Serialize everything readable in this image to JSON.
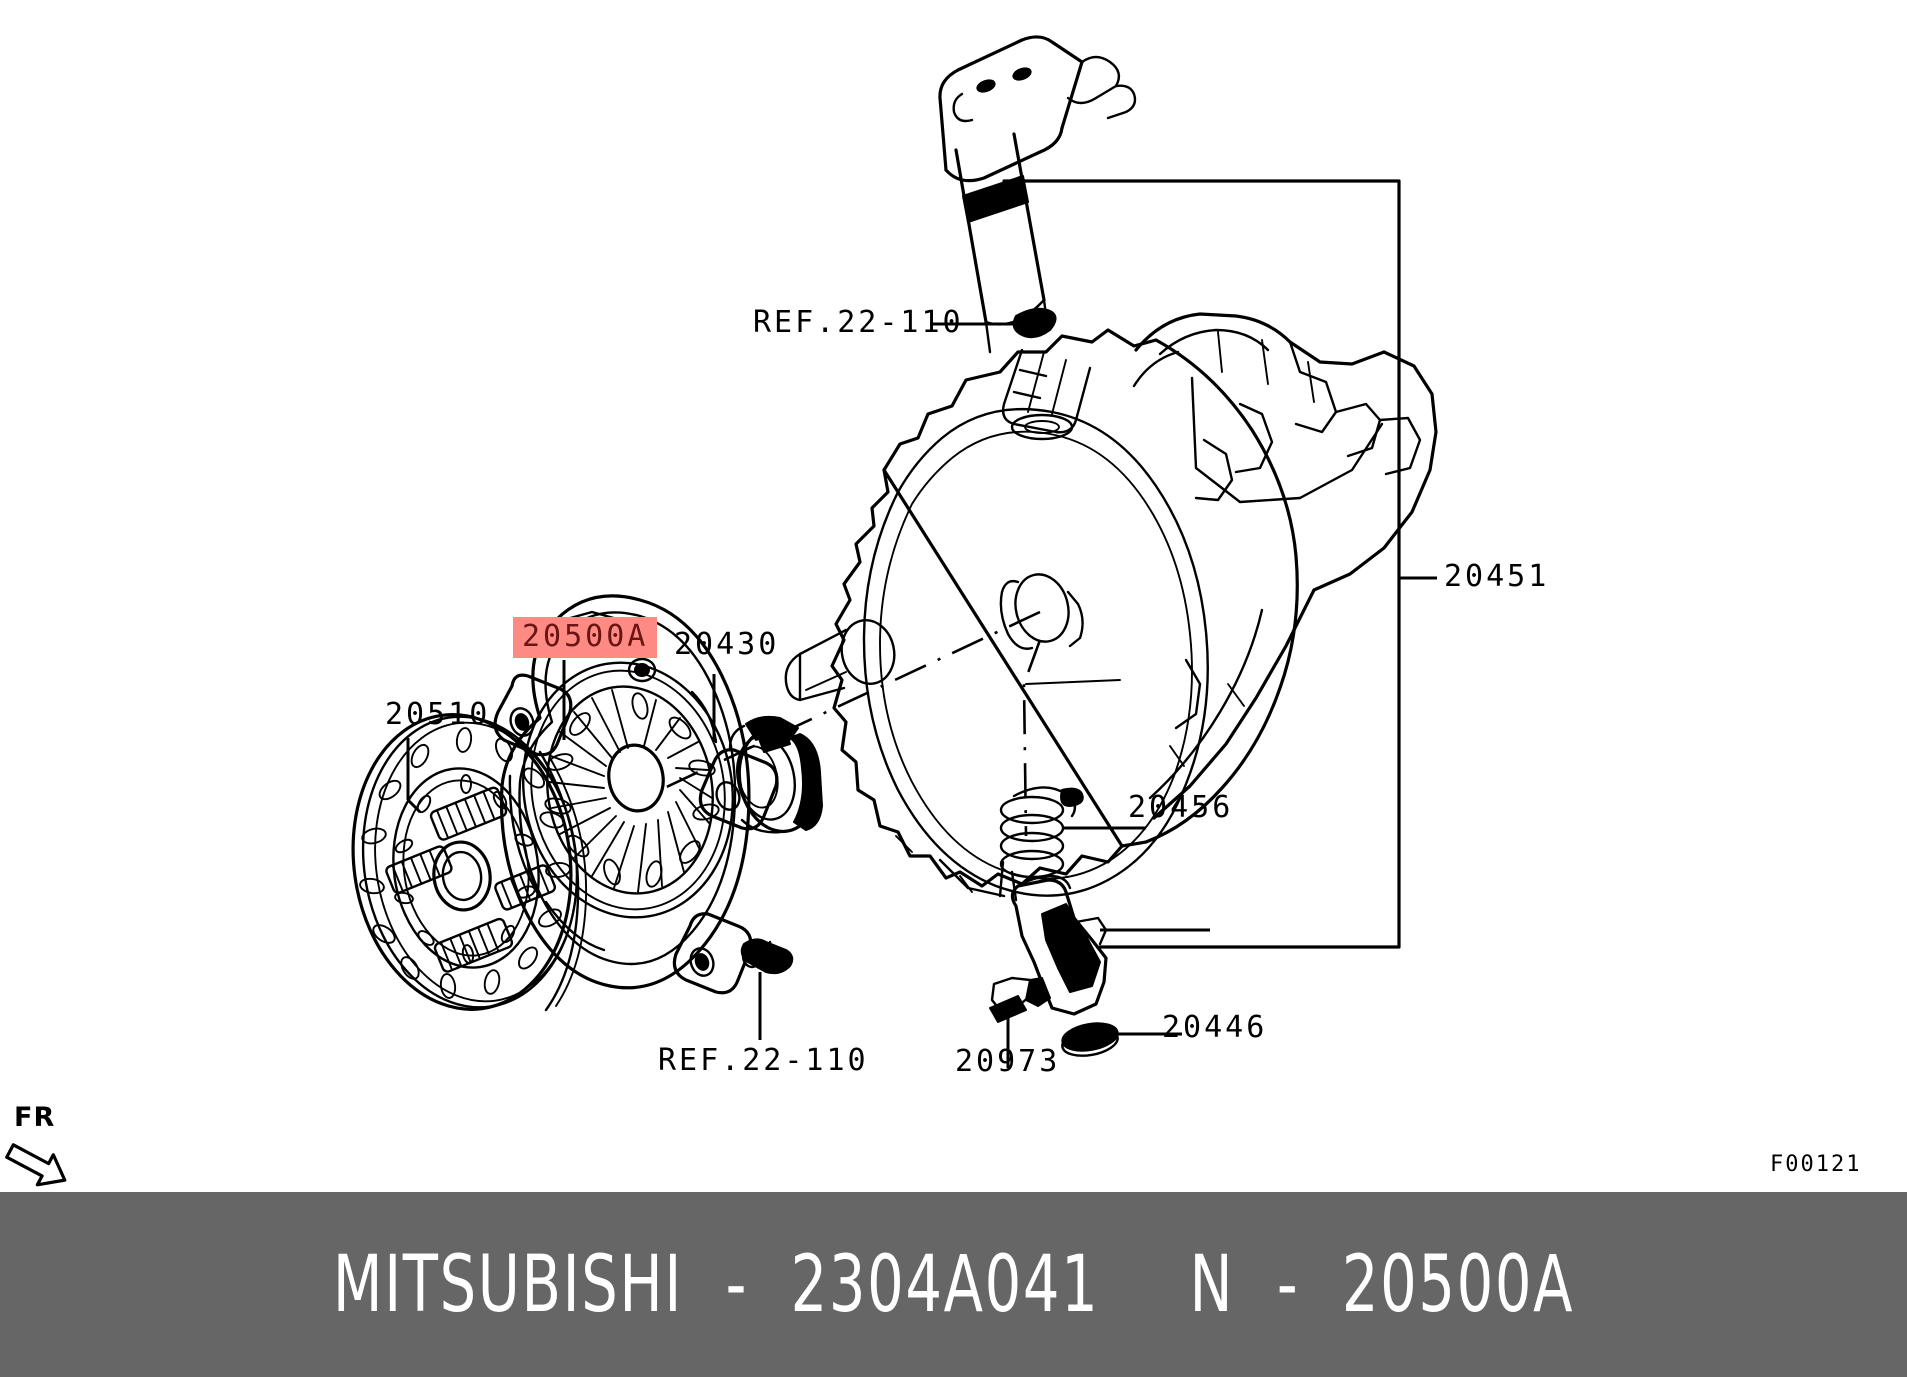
{
  "document": {
    "type": "parts-diagram",
    "figure_code": "F00121",
    "orientation_marker": "FR"
  },
  "footer": {
    "brand": "MITSUBISHI",
    "separator": "-",
    "catalog_number": "2304A041",
    "group_prefix": "N",
    "group_separator": "-",
    "group_number": "20500A",
    "background_color": "#666666",
    "text_color": "#ffffff"
  },
  "highlight": {
    "part_number": "20500A",
    "background_color": "#fd8a83",
    "text_color": "#6b1414"
  },
  "callouts": [
    {
      "id": "c-20500a",
      "label": "20500A",
      "highlighted": true,
      "part": "clutch-cover-pressure-plate"
    },
    {
      "id": "c-20510",
      "label": "20510",
      "highlighted": false,
      "part": "clutch-disc"
    },
    {
      "id": "c-20430",
      "label": "20430",
      "highlighted": false,
      "part": "clutch-release-bearing"
    },
    {
      "id": "c-20451",
      "label": "20451",
      "highlighted": false,
      "part": "transmission-assembly"
    },
    {
      "id": "c-20456",
      "label": "20456",
      "highlighted": false,
      "part": "return-spring"
    },
    {
      "id": "c-20446",
      "label": "20446",
      "highlighted": false,
      "part": "clip"
    },
    {
      "id": "c-20973",
      "label": "20973",
      "highlighted": false,
      "part": "spring-pin"
    },
    {
      "id": "c-ref-top",
      "label": "REF.22-110",
      "highlighted": false,
      "part": "reference-shift-shaft"
    },
    {
      "id": "c-ref-bot",
      "label": "REF.22-110",
      "highlighted": false,
      "part": "reference-bolt"
    }
  ]
}
